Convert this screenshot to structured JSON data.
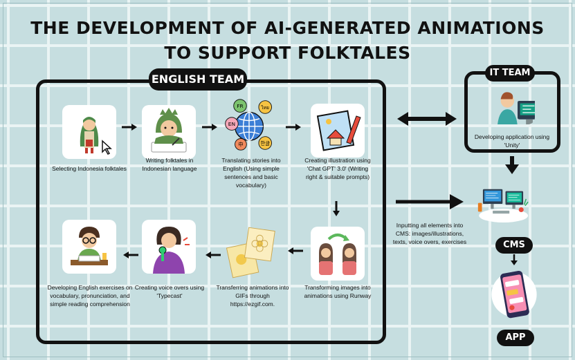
{
  "title": {
    "line1": "THE DEVELOPMENT OF AI-GENERATED ANIMATIONS",
    "line2": "TO SUPPORT FOLKTALES"
  },
  "english_team": {
    "label": "ENGLISH TEAM",
    "steps": [
      {
        "icon": "folktale-girl-icon",
        "caption": "Selecting Indonesia folktales"
      },
      {
        "icon": "writing-child-icon",
        "caption": "Writing folktales in Indonesian language"
      },
      {
        "icon": "translation-globe-icon",
        "caption": "Translating stories into English (Using simple sentences and basic vocabulary)",
        "globe_badges": [
          "FR",
          "EN",
          "ไทย",
          "한글",
          "中"
        ]
      },
      {
        "icon": "illustration-pencil-icon",
        "caption": "Creating illustration using 'Chat GPT' 3.0' (Writing right & suitable prompts)"
      },
      {
        "icon": "transform-images-icon",
        "caption": "Transforming images into animations using Runway"
      },
      {
        "icon": "gif-frames-icon",
        "caption": "Transferring animations into GIFs through https://ezgif.com."
      },
      {
        "icon": "voice-over-icon",
        "caption": "Creating voice overs using 'Typecast'"
      },
      {
        "icon": "reading-boy-icon",
        "caption": "Developing English exercises on vocabulary, pronunciation, and simple reading comprehension"
      }
    ]
  },
  "it_team": {
    "label": "IT TEAM",
    "icon": "developer-computer-icon",
    "caption": "Developing application using 'Unity'"
  },
  "cms": {
    "label": "CMS",
    "icon": "cms-workstation-icon",
    "caption": "Inputting all elements into CMS: images/illustrations, texts, voice overs, exercises"
  },
  "app": {
    "label": "APP",
    "icon": "mobile-app-icon"
  },
  "colors": {
    "background": "#c6dee0",
    "grid": "#eaf4f4",
    "ink": "#111111",
    "card": "#ffffff"
  }
}
